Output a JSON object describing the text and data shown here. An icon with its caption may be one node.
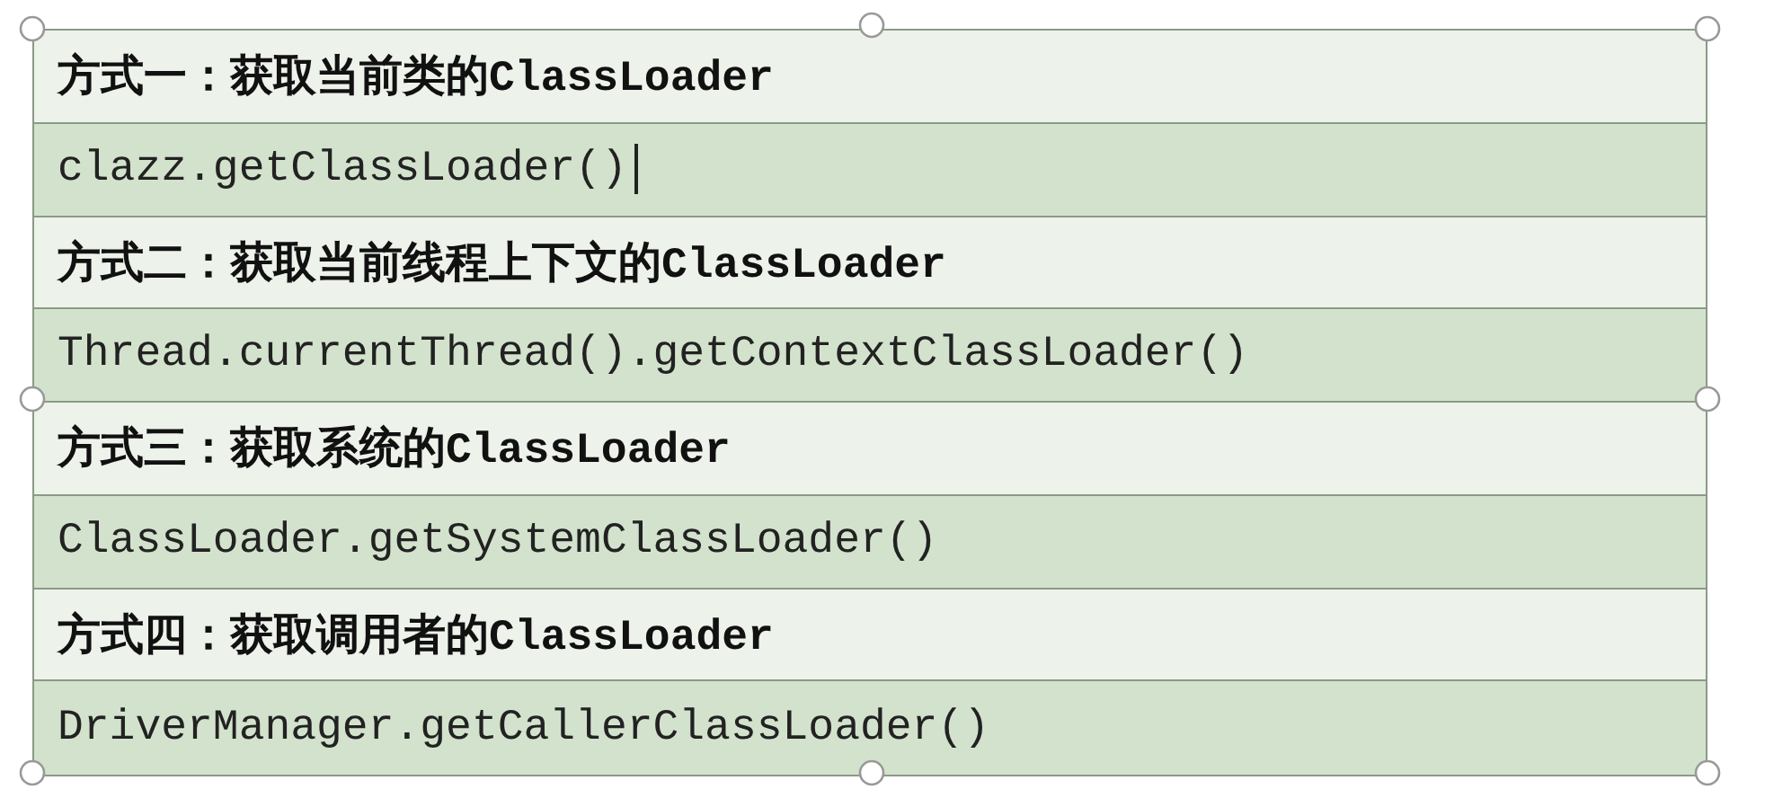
{
  "diagram": {
    "labels": [
      "方式一：获取当前类的ClassLoader",
      "clazz.getClassLoader()",
      "方式二：获取当前线程上下文的ClassLoader",
      "Thread.currentThread().getContextClassLoader()",
      "方式三：获取系统的ClassLoader",
      "ClassLoader.getSystemClassLoader()",
      "方式四：获取调用者的ClassLoader",
      "DriverManager.getCallerClassLoader()"
    ]
  }
}
